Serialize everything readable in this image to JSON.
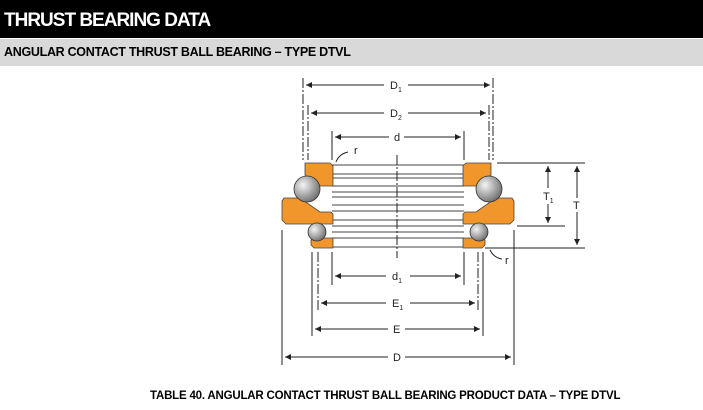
{
  "header": {
    "title": "THRUST BEARING DATA"
  },
  "subheader": {
    "title": "ANGULAR CONTACT THRUST  BALL BEARING – TYPE DTVL"
  },
  "diagram": {
    "labels": {
      "D1": "D",
      "D1_sub": "1",
      "D2": "D",
      "D2_sub": "2",
      "d": "d",
      "d1": "d",
      "d1_sub": "1",
      "E1": "E",
      "E1_sub": "1",
      "E": "E",
      "D": "D",
      "T1": "T",
      "T1_sub": "1",
      "T": "T",
      "r_top": "r",
      "r_bottom": "r"
    },
    "colors": {
      "ring": "#f0962a",
      "ball": "#a8a8a8"
    }
  },
  "caption": "TABLE 40. ANGULAR CONTACT THRUST BALL BEARING PRODUCT DATA – TYPE DTVL"
}
